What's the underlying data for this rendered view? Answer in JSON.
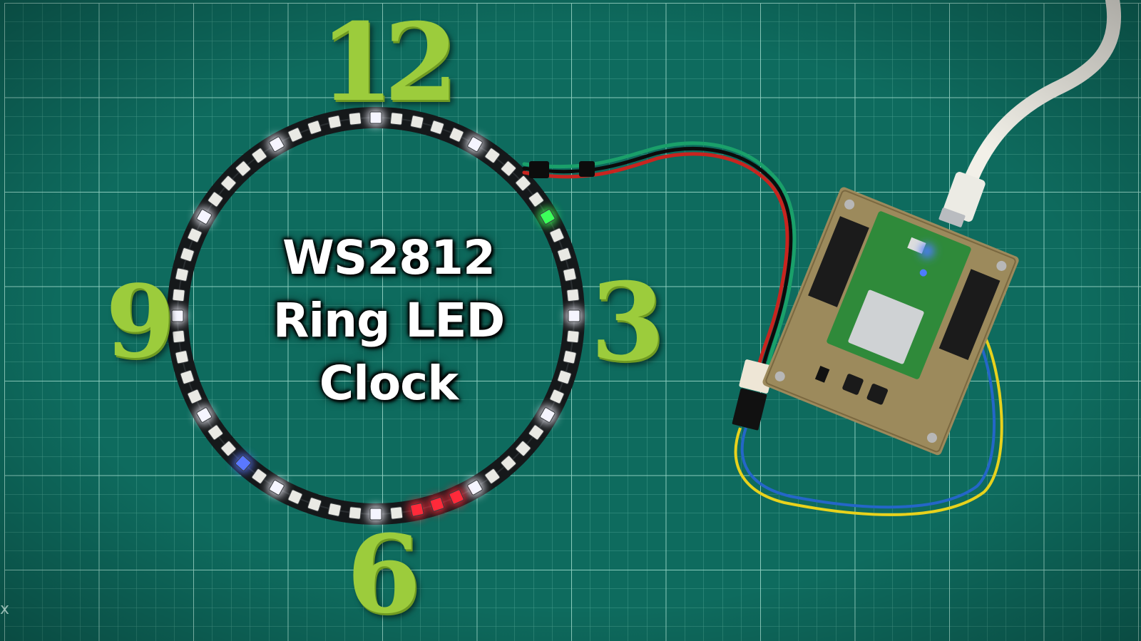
{
  "photo": {
    "title_lines": [
      "WS2812",
      "Ring LED",
      "Clock"
    ],
    "dial_numbers": {
      "twelve": "12",
      "three": "3",
      "six": "6",
      "nine": "9"
    },
    "corner_mark": "x",
    "led_count": 60,
    "colors": {
      "mat": "#0e6b5e",
      "grid_line": "#8fd3c3",
      "numerals": "#9ccc3c",
      "led_white": "#f5f5ff",
      "led_green": "#3cff5a",
      "led_red": "#ff2a3a",
      "led_blue": "#5a78ff",
      "pcb": "#9c8a5c",
      "wire_yellow": "#e8d21c",
      "wire_blue": "#2466c8",
      "usb_cable": "#f2f0e8"
    }
  }
}
